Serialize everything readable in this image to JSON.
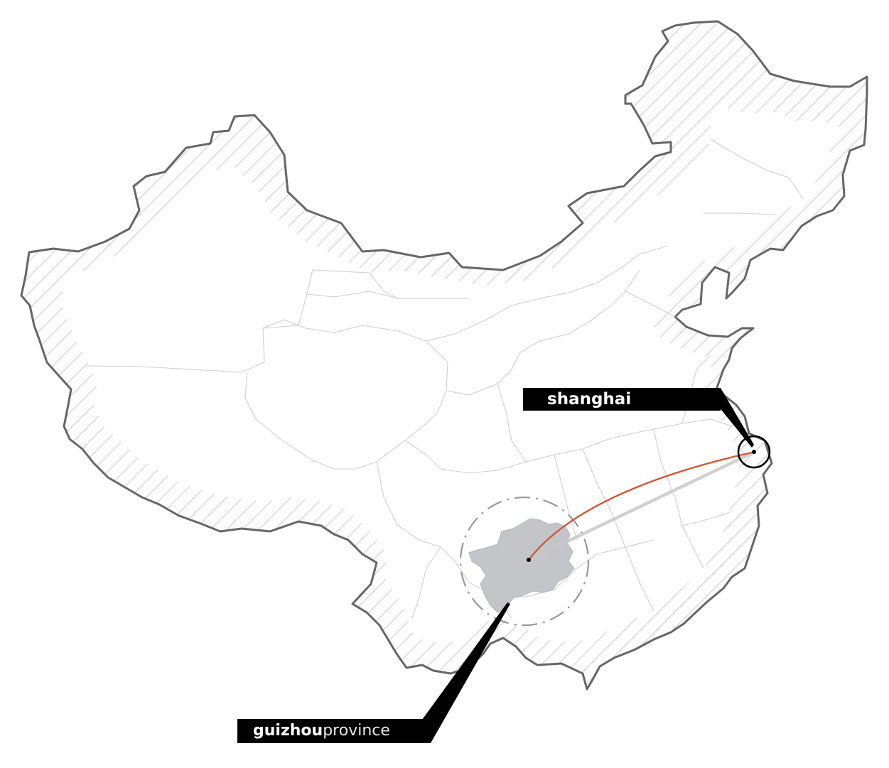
{
  "map": {
    "region": "china",
    "background_color": "#ffffff",
    "outline_color": "#666666",
    "hatch_color": "#cccccc",
    "province_border_color": "#cfcfcf",
    "route_color": "#cc5a3a",
    "route_shadow_color": "#bdbdbd",
    "highlight_fill_color": "#c4c5c8",
    "label_background_color": "#000000"
  },
  "labels": {
    "shanghai": "shanghai",
    "guizhou_bold": "guizhou",
    "guizhou_light": "province"
  },
  "markers": [
    {
      "name": "shanghai",
      "icon": "target-ring-icon"
    },
    {
      "name": "guizhou",
      "icon": "dashed-dotted-circle-icon"
    }
  ]
}
